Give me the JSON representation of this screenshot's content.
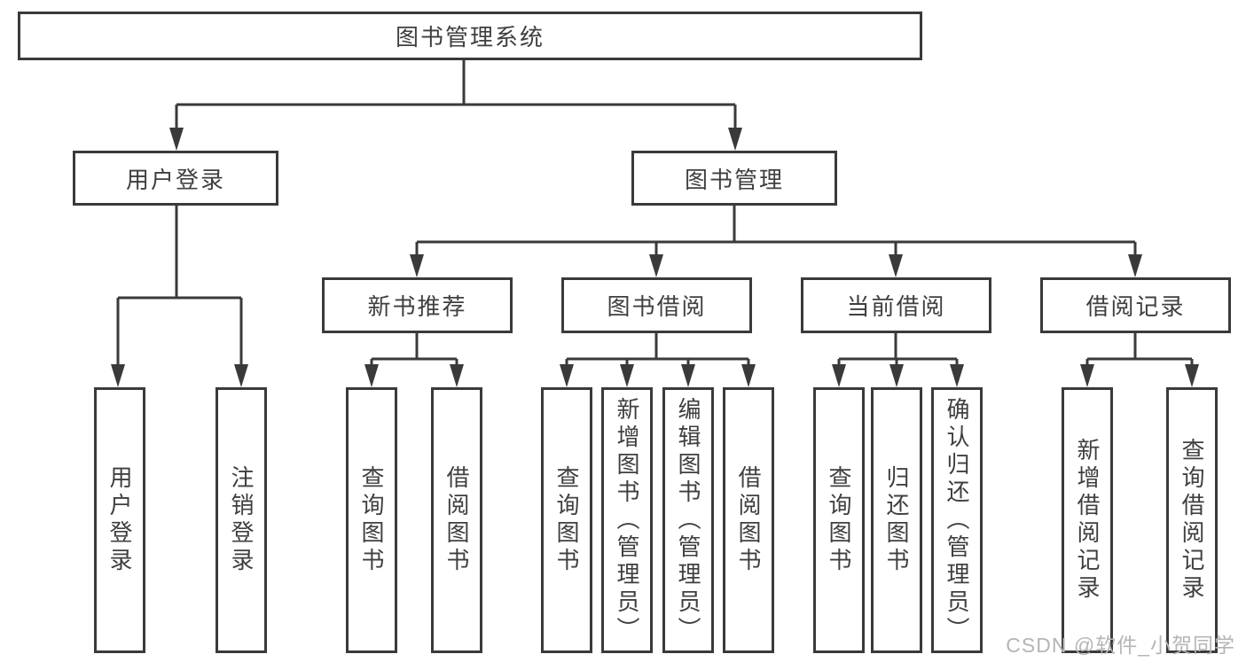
{
  "diagram": {
    "root": {
      "label": "图书管理系统"
    },
    "level2": [
      {
        "label": "用户登录",
        "children": [
          {
            "label": "用户登录"
          },
          {
            "label": "注销登录"
          }
        ]
      },
      {
        "label": "图书管理"
      }
    ],
    "level3": [
      {
        "label": "新书推荐",
        "children": [
          {
            "label": "查询图书"
          },
          {
            "label": "借阅图书"
          }
        ]
      },
      {
        "label": "图书借阅",
        "children": [
          {
            "label": "查询图书"
          },
          {
            "label": "新增图书（管理员）"
          },
          {
            "label": "编辑图书（管理员）"
          },
          {
            "label": "借阅图书"
          }
        ]
      },
      {
        "label": "当前借阅",
        "children": [
          {
            "label": "查询图书"
          },
          {
            "label": "归还图书"
          },
          {
            "label": "确认归还（管理员）"
          }
        ]
      },
      {
        "label": "借阅记录",
        "children": [
          {
            "label": "新增借阅记录"
          },
          {
            "label": "查询借阅记录"
          }
        ]
      }
    ]
  },
  "watermark": {
    "text": "CSDN @软件_小贺同学"
  },
  "colors": {
    "line": "#3a3a3a",
    "text": "#3f3f3f",
    "watermark": "#b5b5b5",
    "background": "#ffffff"
  }
}
